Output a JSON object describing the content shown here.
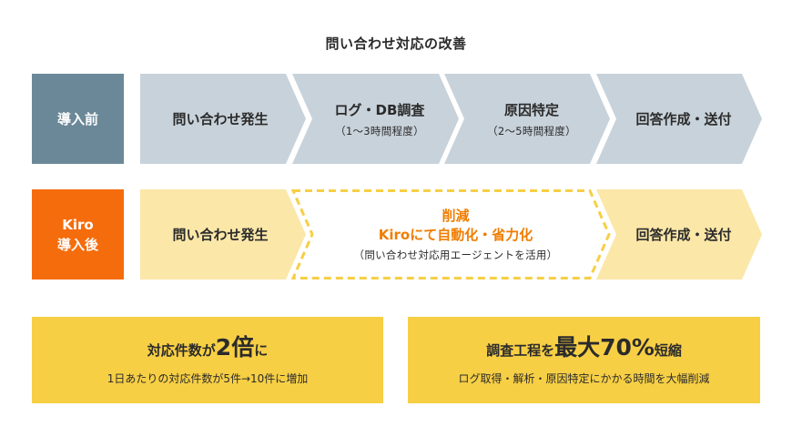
{
  "title": "問い合わせ対応の改善",
  "before": {
    "label": "導入前",
    "steps": [
      {
        "title": "問い合わせ発生",
        "sub": ""
      },
      {
        "title": "ログ・DB調査",
        "sub": "（1〜3時間程度）"
      },
      {
        "title": "原因特定",
        "sub": "（2〜5時間程度）"
      },
      {
        "title": "回答作成・送付",
        "sub": ""
      }
    ]
  },
  "after": {
    "label_line1": "Kiro",
    "label_line2": "導入後",
    "step1": "問い合わせ発生",
    "reduce_title": "削減",
    "reduce_main": "Kiroにて自動化・省力化",
    "reduce_sub": "（問い合わせ対応用エージェントを活用）",
    "step3": "回答作成・送付"
  },
  "results": [
    {
      "pre": "対応件数が",
      "big": "2倍",
      "post": "に",
      "desc": "1日あたりの対応件数が5件→10件に増加"
    },
    {
      "pre": "調査工程を",
      "big": "最大70%",
      "post": "短縮",
      "desc": "ログ取得・解析・原因特定にかかる時間を大幅削減"
    }
  ],
  "colors": {
    "before_label": "#6b8898",
    "before_step": "#c8d2da",
    "after_label": "#f56c0c",
    "after_step": "#fbe7a8",
    "reduce_border": "#f7cf45",
    "reduce_text": "#f07d00",
    "result_box": "#f7cf45"
  }
}
